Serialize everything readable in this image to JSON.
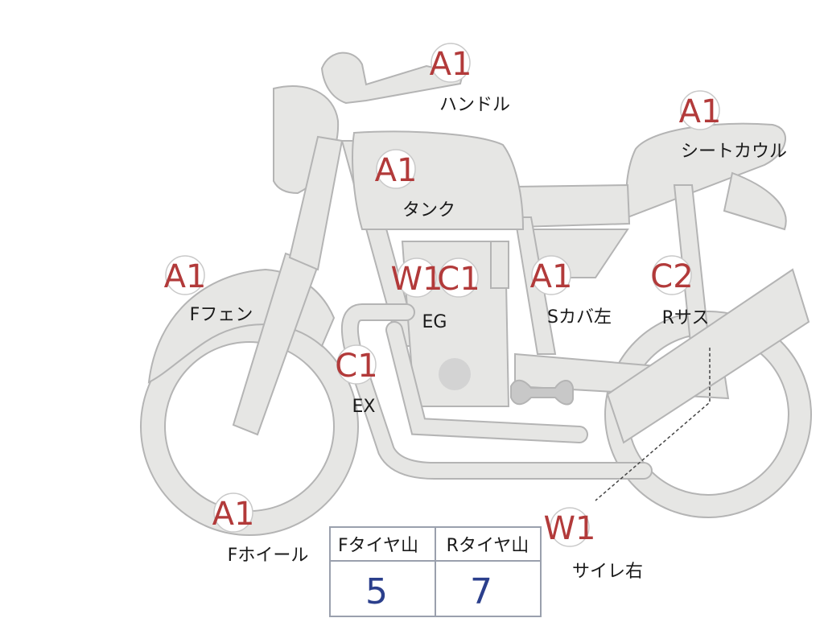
{
  "colors": {
    "part_fill": "#e6e6e4",
    "part_stroke": "#b4b4b4",
    "badge_text": "#b23a3a",
    "value_text": "#2b3f8c",
    "table_border": "#9aa0ad"
  },
  "points": [
    {
      "code": "A1",
      "label": "ハンドル"
    },
    {
      "code": "A1",
      "label": "シートカウル"
    },
    {
      "code": "A1",
      "label": "タンク"
    },
    {
      "code": "A1",
      "label": "Fフェン"
    },
    {
      "code": "W1",
      "label": ""
    },
    {
      "code": "C1",
      "label": "EG"
    },
    {
      "code": "A1",
      "label": "Sカバ左"
    },
    {
      "code": "C2",
      "label": "Rサス"
    },
    {
      "code": "C1",
      "label": "EX"
    },
    {
      "code": "A1",
      "label": "Fホイール"
    },
    {
      "code": "W1",
      "label": "サイレ右"
    }
  ],
  "tread_table": {
    "headers": [
      "Fタイヤ山",
      "Rタイヤ山"
    ],
    "values": [
      "5",
      "7"
    ]
  }
}
